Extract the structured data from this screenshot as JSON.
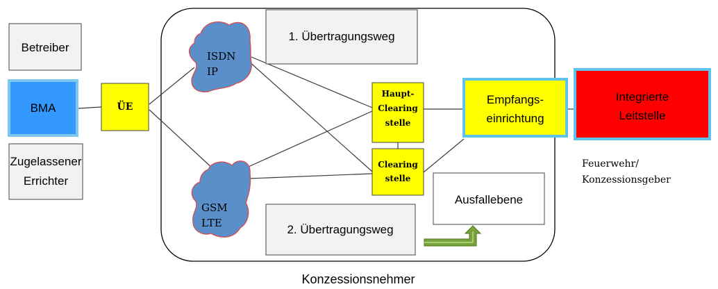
{
  "betreiber_label": "Betreiber",
  "bma_label": "BMA",
  "ue_label": "ÜE",
  "zugelassener_errichter_label": [
    "Zugelassener",
    "Errichter"
  ],
  "isdn_ip_label": [
    "ISDN",
    "IP"
  ],
  "gsm_lte_label": [
    "GSM",
    "LTE"
  ],
  "uebertragungsweg_1_label": "1. Übertragungsweg",
  "uebertragungsweg_2_label": "2. Übertragungsweg",
  "haupt_clearingstelle_label": [
    "Haupt-",
    "Clearing",
    "stelle"
  ],
  "clearingstelle_label": [
    "Clearing",
    "stelle"
  ],
  "empfangseinrichtung_label": [
    "Empfangs-",
    "einrichtung"
  ],
  "integrierte_leitstelle_label": [
    "Integrierte",
    "Leitstelle"
  ],
  "ausfallebene_label": "Ausfallebene",
  "feuerwehr_label": [
    "Feuerwehr/",
    "Konzessionsgeber"
  ],
  "konzessionsnehmer_label": "Konzessionsnehmer",
  "colors": {
    "bma_fill": "#3399ff",
    "bma_border": "#7ec8f0",
    "yellow_fill": "#ffff00",
    "red_fill": "#ff0000",
    "cyan_border": "#5fc3ea",
    "cloud_fill": "#5b8fc9",
    "cloud_border": "#d94a4a",
    "gray_box": "#f2f2f2",
    "arrow_green": "#77a33a"
  }
}
